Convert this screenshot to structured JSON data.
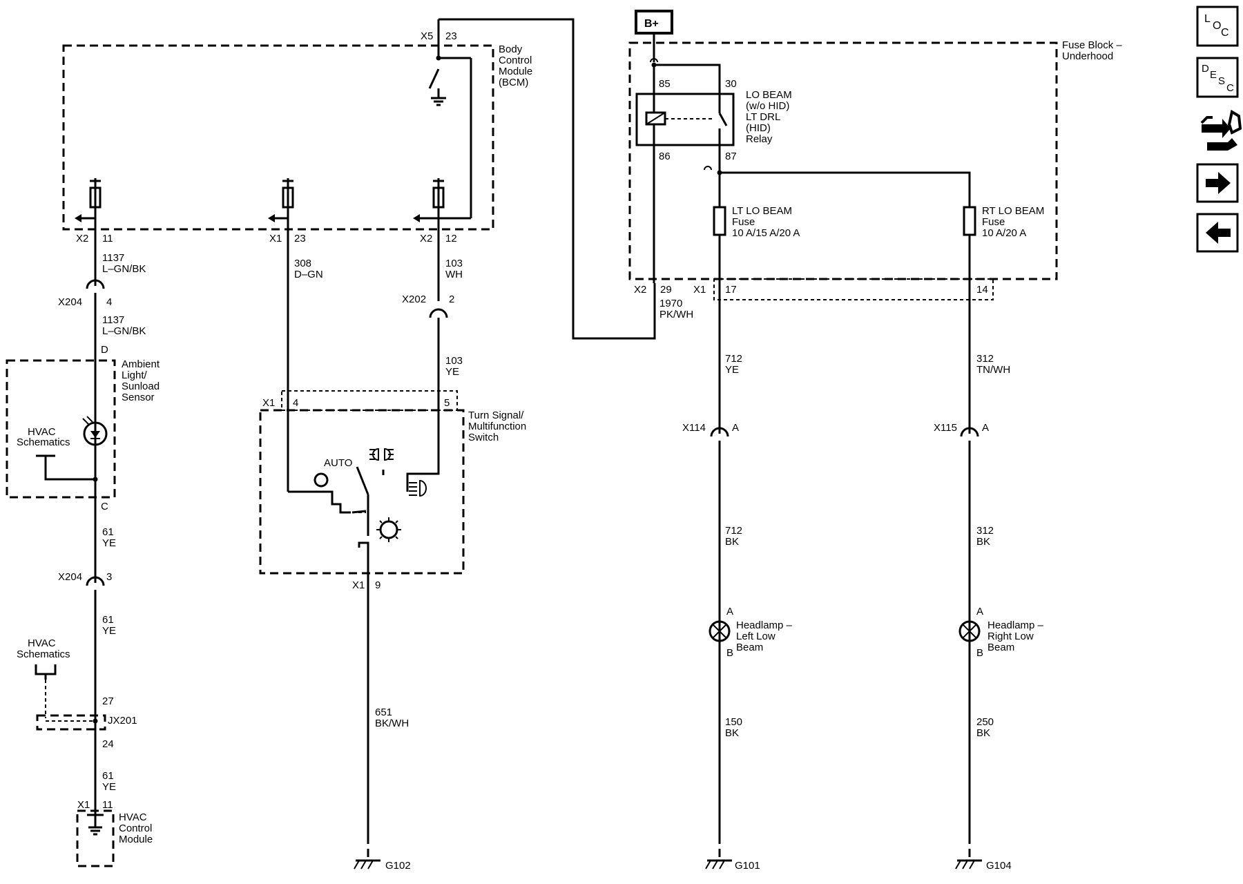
{
  "bplus": "B+",
  "bcm": {
    "name": [
      "Body",
      "Control",
      "Module",
      "(BCM)"
    ],
    "x5": "X5",
    "x5_pin": "23",
    "p1_conn": "X2",
    "p1_pin": "11",
    "p2_conn": "X1",
    "p2_pin": "23",
    "p3_conn": "X2",
    "p3_pin": "12"
  },
  "wires": {
    "w1137a": [
      "1137",
      "L–GN/BK"
    ],
    "w1137b": [
      "1137",
      "L–GN/BK"
    ],
    "w308": [
      "308",
      "D–GN"
    ],
    "w103a": [
      "103",
      "WH"
    ],
    "w103b": [
      "103",
      "YE"
    ],
    "w61a": [
      "61",
      "YE"
    ],
    "w61b": [
      "61",
      "YE"
    ],
    "w61c": [
      "61",
      "YE"
    ],
    "w651": [
      "651",
      "BK/WH"
    ],
    "w1970": [
      "1970",
      "PK/WH"
    ],
    "w712a": [
      "712",
      "YE"
    ],
    "w712b": [
      "712",
      "BK"
    ],
    "w150": [
      "150",
      "BK"
    ],
    "w312a": [
      "312",
      "TN/WH"
    ],
    "w312b": [
      "312",
      "BK"
    ],
    "w250": [
      "250",
      "BK"
    ]
  },
  "connectors": {
    "x204a": "X204",
    "x204a_pin": "4",
    "x204b": "X204",
    "x204b_pin": "3",
    "x202": "X202",
    "x202_pin": "2",
    "jx201": "JX201",
    "jx201_top": "27",
    "jx201_bot": "24",
    "hvac_x1": "X1",
    "hvac_pin": "11",
    "sw_x1a": "X1",
    "sw_pin4": "4",
    "sw_pin5": "5",
    "sw_x1b": "X1",
    "sw_pin9": "9",
    "fb_x2": "X2",
    "fb_pin29": "29",
    "fb_x1": "X1",
    "fb_pin17": "17",
    "fb_pin14": "14",
    "x114": "X114",
    "x114_pin": "A",
    "x115": "X115",
    "x115_pin": "A"
  },
  "sensor": {
    "name": [
      "Ambient",
      "Light/",
      "Sunload",
      "Sensor"
    ],
    "pin_top": "D",
    "pin_bot": "C",
    "hvac_ref": [
      "HVAC",
      "Schematics"
    ]
  },
  "hvac_ref2": [
    "HVAC",
    "Schematics"
  ],
  "hvac_module": [
    "HVAC",
    "Control",
    "Module"
  ],
  "switch": {
    "name": [
      "Turn Signal/",
      "Multifunction",
      "Switch"
    ],
    "auto": "AUTO"
  },
  "fuse_block": {
    "name": [
      "Fuse Block –",
      "Underhood"
    ]
  },
  "relay": {
    "name": [
      "LO BEAM",
      "(w/o HID)",
      "LT DRL",
      "(HID)",
      "Relay"
    ],
    "pin85": "85",
    "pin30": "30",
    "pin86": "86",
    "pin87": "87"
  },
  "lt_fuse": [
    "LT LO BEAM",
    "Fuse",
    "10 A/15 A/20 A"
  ],
  "rt_fuse": [
    "RT LO BEAM",
    "Fuse",
    "10 A/20 A"
  ],
  "lamp_left": {
    "name": [
      "Headlamp –",
      "Left Low",
      "Beam"
    ],
    "pin_a": "A",
    "pin_b": "B"
  },
  "lamp_right": {
    "name": [
      "Headlamp –",
      "Right Low",
      "Beam"
    ],
    "pin_a": "A",
    "pin_b": "B"
  },
  "grounds": {
    "g102": "G102",
    "g101": "G101",
    "g104": "G104"
  },
  "nav": {
    "loc": [
      "L",
      "O",
      "C"
    ],
    "desc": [
      "D",
      "E",
      "S",
      "C"
    ],
    "icons": [
      "loc-icon",
      "desc-icon",
      "connector-tool-icon",
      "arrow-right-icon",
      "arrow-left-icon"
    ]
  }
}
